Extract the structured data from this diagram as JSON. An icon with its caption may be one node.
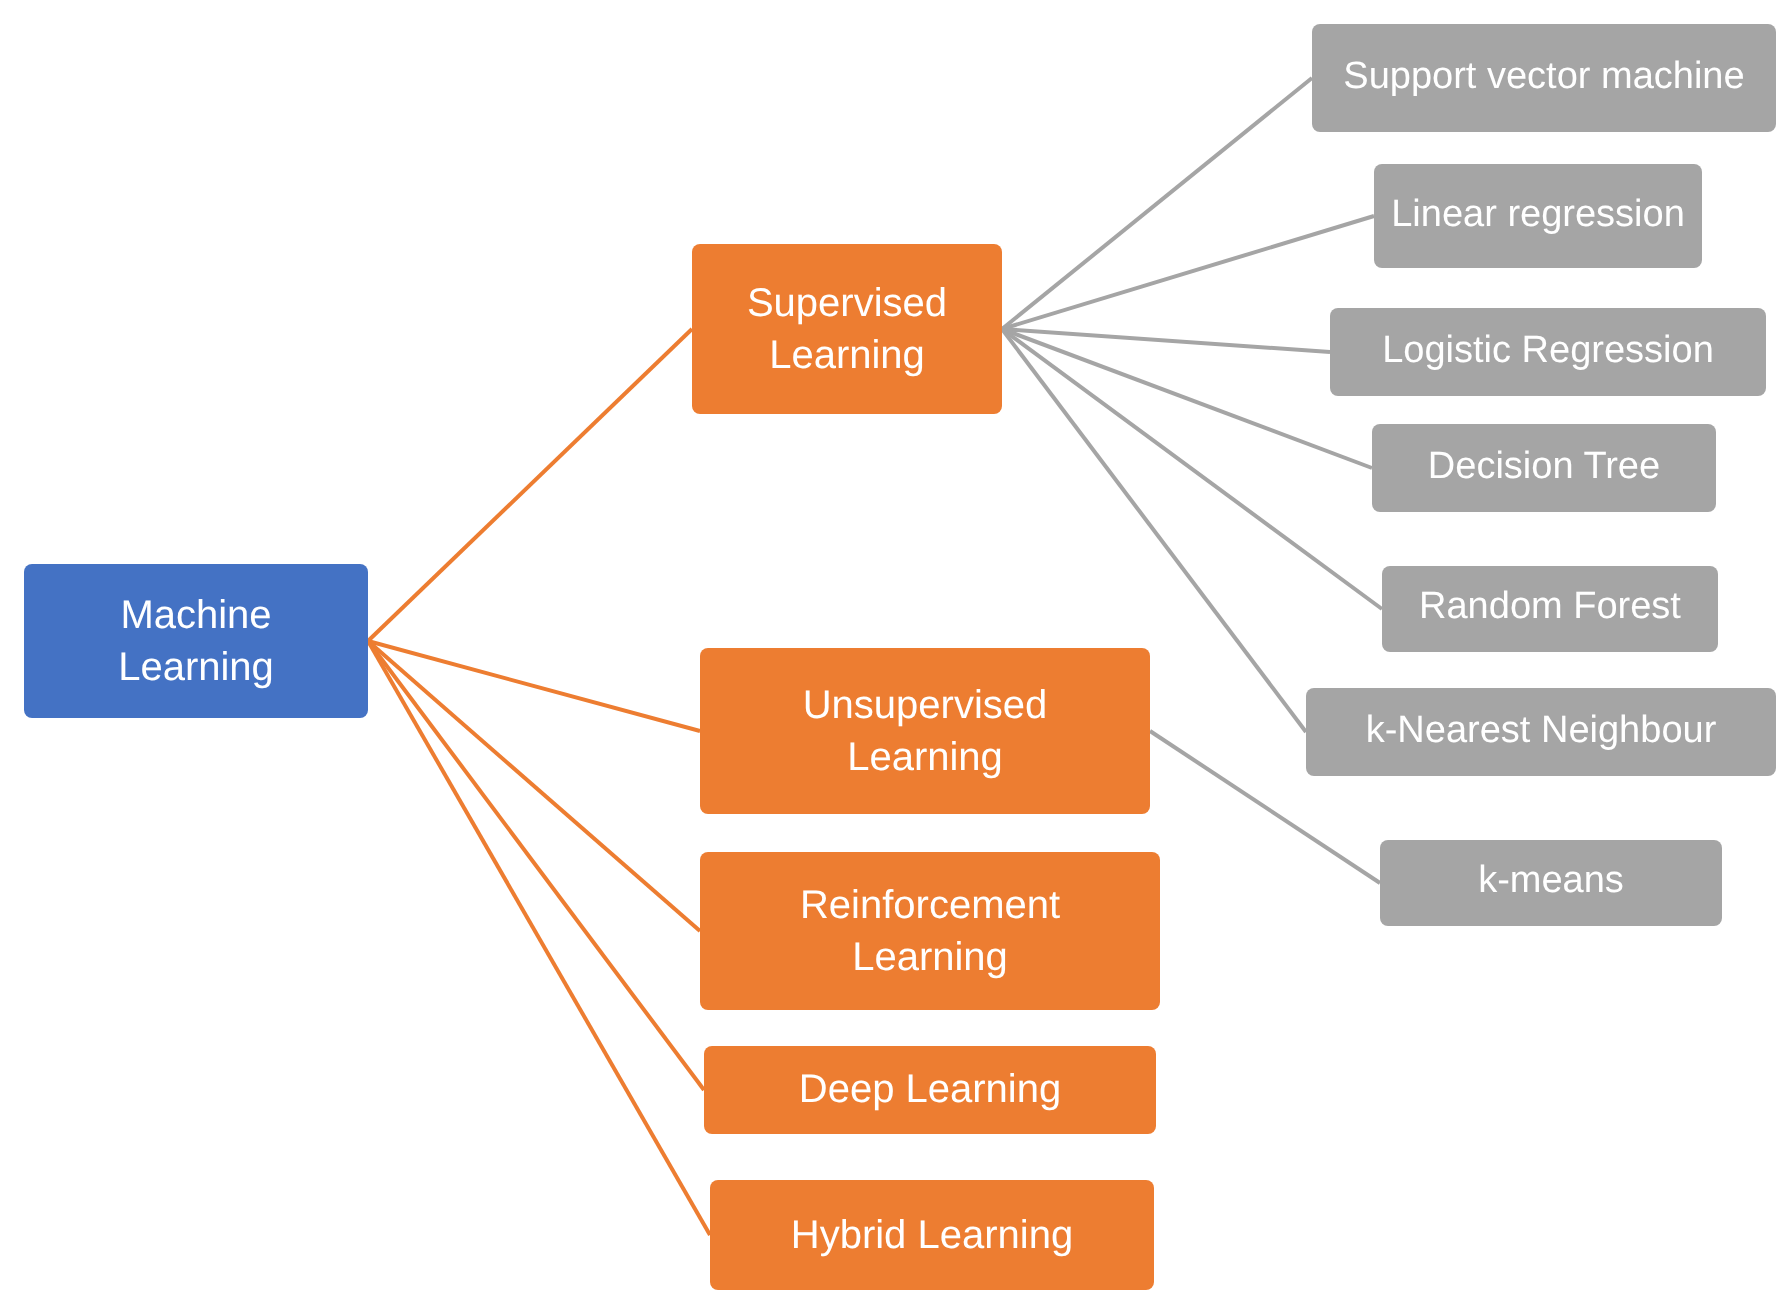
{
  "diagram": {
    "nodes": [
      {
        "text": [
          "Machine Learning"
        ]
      },
      {
        "text": [
          "Supervised Learning"
        ]
      },
      {
        "text": [
          "Unsupervised Learning"
        ]
      },
      {
        "text": [
          "Reinforcement Learning"
        ]
      },
      {
        "text": [
          "Deep Learning"
        ]
      },
      {
        "text": [
          "Hybrid Learning"
        ]
      },
      {
        "text": [
          "Support vector machine"
        ]
      },
      {
        "text": [
          "Linear regression"
        ]
      },
      {
        "text": [
          "Logistic Regression"
        ]
      },
      {
        "text": [
          "Decision Tree"
        ]
      },
      {
        "text": [
          "Random Forest"
        ]
      },
      {
        "text": [
          "k-Nearest Neighbour"
        ]
      },
      {
        "text": [
          "k-means"
        ]
      }
    ],
    "edges": [
      {
        "from": 0,
        "to": 1,
        "arrow": "none",
        "color": "#ed7d31"
      },
      {
        "from": 0,
        "to": 2,
        "arrow": "none",
        "color": "#ed7d31"
      },
      {
        "from": 0,
        "to": 3,
        "arrow": "none",
        "color": "#ed7d31"
      },
      {
        "from": 0,
        "to": 4,
        "arrow": "none",
        "color": "#ed7d31"
      },
      {
        "from": 0,
        "to": 5,
        "arrow": "none",
        "color": "#ed7d31"
      },
      {
        "from": 1,
        "to": 6,
        "arrow": "none"
      },
      {
        "from": 1,
        "to": 7,
        "arrow": "none"
      },
      {
        "from": 1,
        "to": 8,
        "arrow": "none"
      },
      {
        "from": 1,
        "to": 9,
        "arrow": "none"
      },
      {
        "from": 1,
        "to": 10,
        "arrow": "none"
      },
      {
        "from": 1,
        "to": 11,
        "arrow": "none"
      },
      {
        "from": 2,
        "to": 12,
        "arrow": "none"
      }
    ]
  }
}
